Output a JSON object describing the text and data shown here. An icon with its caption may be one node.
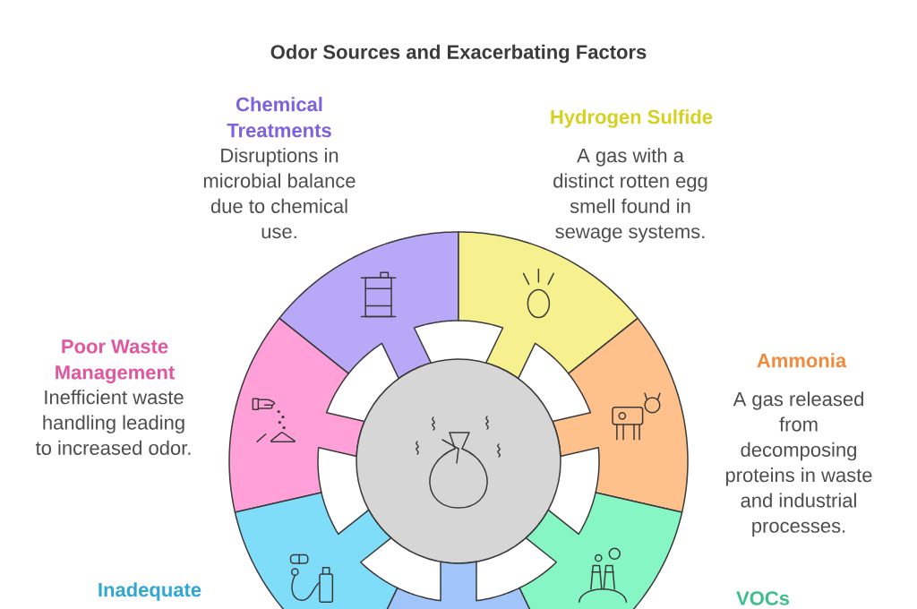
{
  "diagram": {
    "title": "Odor Sources and Exacerbating Factors",
    "nodes": [
      {
        "text": [
          "Chemical Treatments",
          "Disruptions in microbial balance due to chemical use."
        ]
      },
      {
        "text": [
          "Hydrogen Sulfide",
          "A gas with a distinct rotten egg smell found in sewage systems."
        ]
      },
      {
        "text": [
          "Poor Waste Management",
          "Inefficient waste handling leading to increased odor."
        ]
      },
      {
        "text": [
          "Ammonia",
          "A gas released from decomposing proteins in waste and industrial processes."
        ]
      },
      {
        "text": [],
        "shape": "circle"
      },
      {
        "text": [
          "Inadequate"
        ]
      },
      {
        "text": [],
        "shape": "segment"
      },
      {
        "text": [
          "VOCs"
        ]
      }
    ]
  }
}
